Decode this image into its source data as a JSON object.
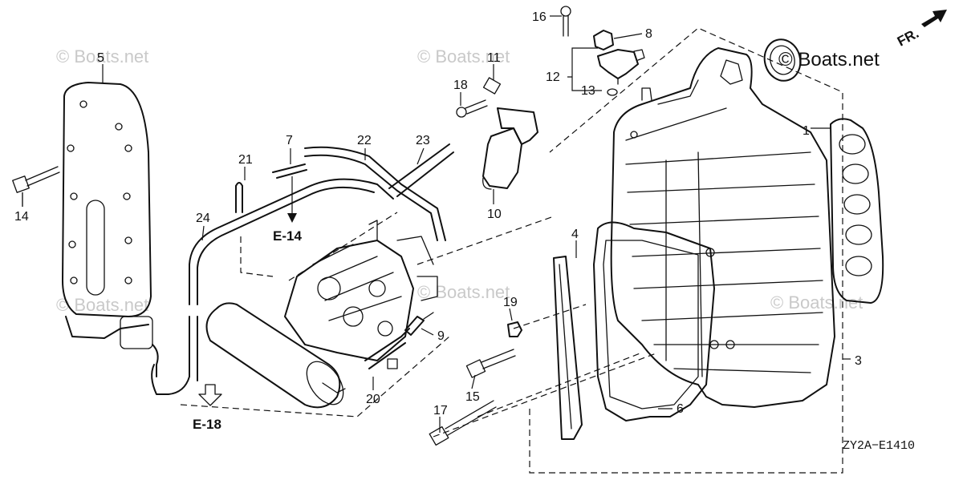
{
  "callouts": {
    "c1": "1",
    "c3": "3",
    "c4": "4",
    "c5": "5",
    "c6": "6",
    "c7": "7",
    "c8": "8",
    "c9": "9",
    "c10": "10",
    "c11": "11",
    "c12": "12",
    "c13": "13",
    "c14": "14",
    "c15": "15",
    "c16": "16",
    "c17": "17",
    "c18": "18",
    "c19": "19",
    "c20": "20",
    "c21": "21",
    "c22": "22",
    "c23": "23",
    "c24": "24"
  },
  "references": {
    "e14": "E-14",
    "e18": "E-18"
  },
  "front_indicator": "FR.",
  "diagram_code": "ZY2A−E1410",
  "watermark": {
    "main": "© Boats.net",
    "faint": "© Boats.net"
  }
}
